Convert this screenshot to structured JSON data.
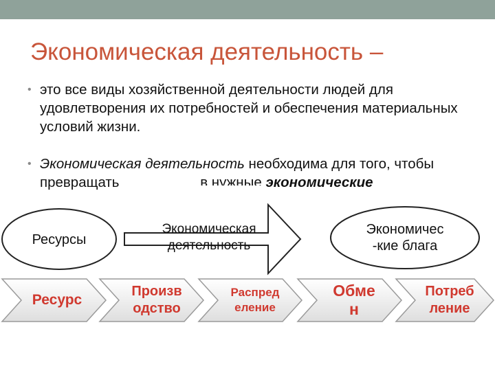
{
  "slide": {
    "title": "Экономическая деятельность –",
    "bullets": [
      {
        "text": "это все виды хозяйственной деятельности людей для удовлетворения их потребностей и обеспечения материальных условий жизни."
      },
      {
        "lead_italic": "Экономическая деятельность",
        "middle": " необходима для того, чтобы превращать ",
        "tail": "в нужные ",
        "tail_bold_italic": "экономические"
      }
    ]
  },
  "flow": {
    "source": "Ресурсы",
    "arrow_line1": "Экономическая",
    "arrow_line2": "деятельность",
    "target_line1": "Экономичес",
    "target_line2": "-кие блага"
  },
  "process": {
    "stages": [
      {
        "line1": "Ресурс",
        "line2": ""
      },
      {
        "line1": "Произв",
        "line2": "одство"
      },
      {
        "line1": "Распред",
        "line2": "еление"
      },
      {
        "line1": "Обме",
        "line2": "н"
      },
      {
        "line1": "Потреб",
        "line2": "ление"
      }
    ]
  },
  "colors": {
    "top_bar": "#8fa29a",
    "title": "#c8553a",
    "stage_text": "#d0392f",
    "stage_fill": "#ffffff",
    "stage_gradient_end": "#dedede",
    "outline": "#222222"
  }
}
